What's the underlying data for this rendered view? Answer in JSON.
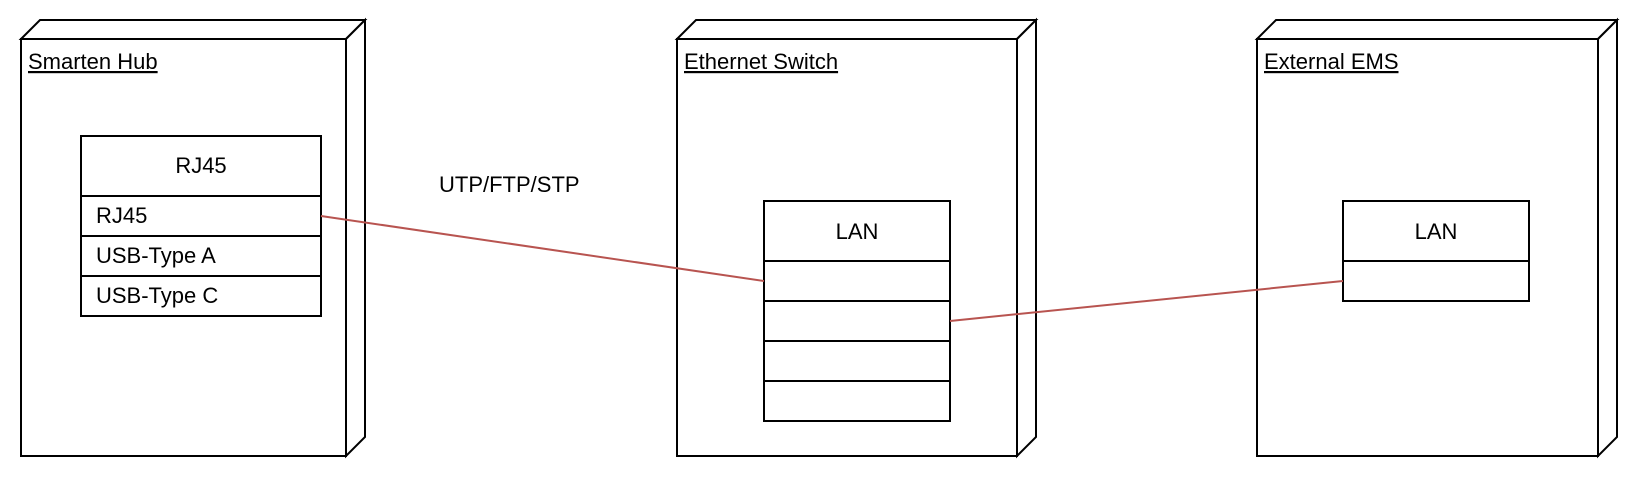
{
  "nodes": {
    "hub": {
      "title": "Smarten Hub",
      "component": {
        "header": "RJ45",
        "rows": [
          "RJ45",
          "USB-Type A",
          "USB-Type C"
        ]
      }
    },
    "switch": {
      "title": "Ethernet Switch",
      "component": {
        "header": "LAN",
        "rows": [
          "",
          "",
          "",
          ""
        ]
      }
    },
    "ems": {
      "title": "External EMS",
      "component": {
        "header": "LAN",
        "rows": [
          ""
        ]
      }
    }
  },
  "connections": [
    {
      "from": "Smarten Hub: RJ45",
      "to": "Ethernet Switch: LAN row 1",
      "label": "UTP/FTP/STP"
    },
    {
      "from": "Ethernet Switch: LAN row 2",
      "to": "External EMS: LAN row 1",
      "label": ""
    }
  ],
  "colors": {
    "connector": "#b85450",
    "outline": "#000000",
    "fill": "#ffffff"
  }
}
